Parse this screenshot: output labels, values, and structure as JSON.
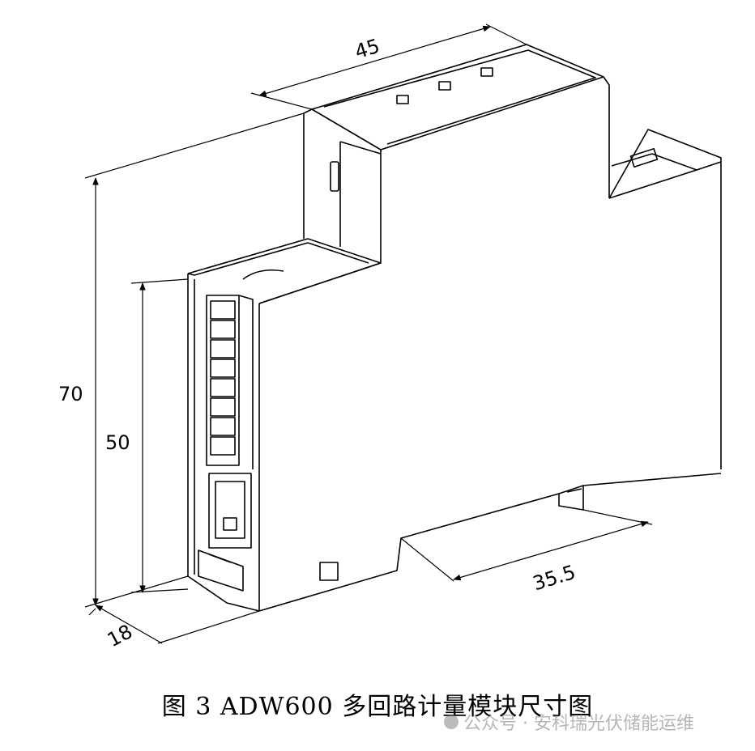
{
  "dimensions": {
    "width_top": "45",
    "height_total": "70",
    "height_front": "50",
    "depth": "18",
    "rail_width": "35.5"
  },
  "caption": "图 3 ADW600 多回路计量模块尺寸图",
  "watermark": "公众号 · 安科瑞光伏储能运维",
  "colors": {
    "line": "#000000",
    "background": "#ffffff"
  }
}
